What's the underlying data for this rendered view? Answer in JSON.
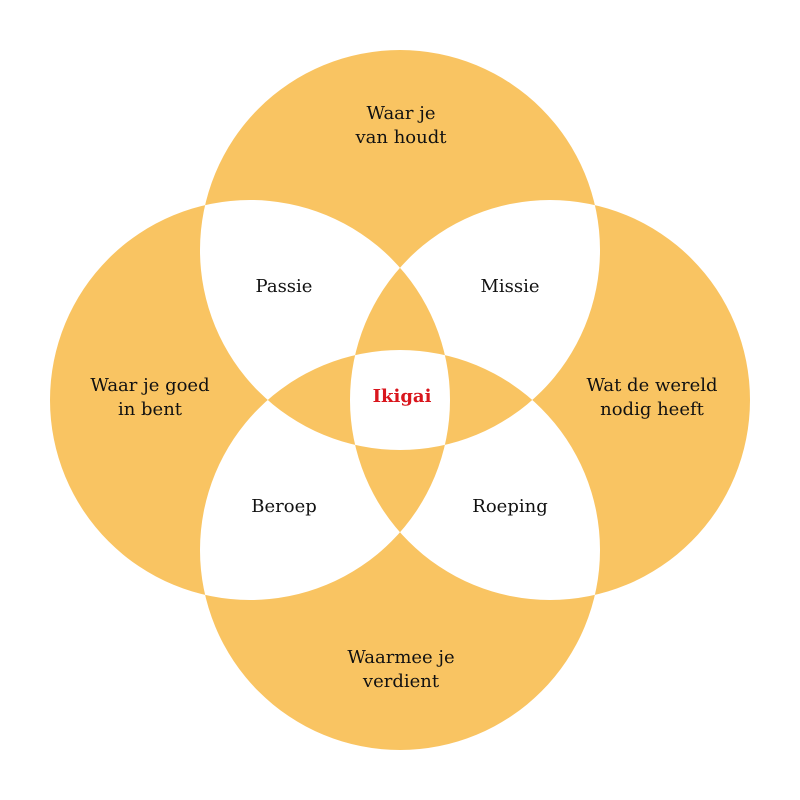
{
  "colors": {
    "fill": "#F9C462",
    "center_text": "#D9161D"
  },
  "circles": {
    "top": "Waar je\nvan houdt",
    "left": "Waar je goed\nin bent",
    "right": "Wat de wereld\nnodig heeft",
    "bottom": "Waarmee je\nverdient"
  },
  "overlaps": {
    "passie": "Passie",
    "missie": "Missie",
    "beroep": "Beroep",
    "roeping": "Roeping"
  },
  "center": "Ikigai"
}
